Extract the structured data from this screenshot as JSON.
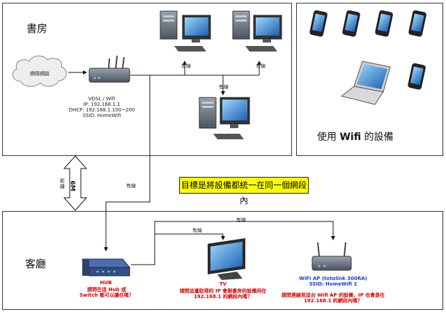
{
  "study": {
    "title": "書房",
    "internet": "網際網路",
    "router": {
      "name": "VDSL / Wifi",
      "ip": "IP: 192.168.1.1",
      "dhcp": "DHCP: 192.168.1.100~200",
      "ssid": "SSID: HomeWifi"
    },
    "wired_label": "有線"
  },
  "devices": {
    "title": "使用 Wifi 的設備",
    "title_prefix": "使用 ",
    "title_bold": "Wifi",
    "title_suffix": " 的設備"
  },
  "goal": "目標是將設備都統一在同一個網段內",
  "distance": {
    "label": "距離",
    "value": "6M"
  },
  "living": {
    "title": "客廳",
    "wired_label": "有線",
    "hub": {
      "name": "HUB",
      "question": "請問在這 Hub 或 Switch 都可以讓任嗎？"
    },
    "tv": {
      "name": "TV",
      "question": "請問這邊取得的 IP 會跟書房的設備同在 192.168.1 的網段內嗎？"
    },
    "ap": {
      "name": "WiFi AP (totolink 300RA)",
      "ssid": "SSID: HomeWifi 2",
      "question": "請問連線到這台 Wifi AP 的設備，IP 也會是在 192.168.1 的網段內嗎？"
    }
  },
  "colors": {
    "goal_bg": "#ffff00",
    "question": "#d40000",
    "ap_text": "#1a3fd6"
  }
}
